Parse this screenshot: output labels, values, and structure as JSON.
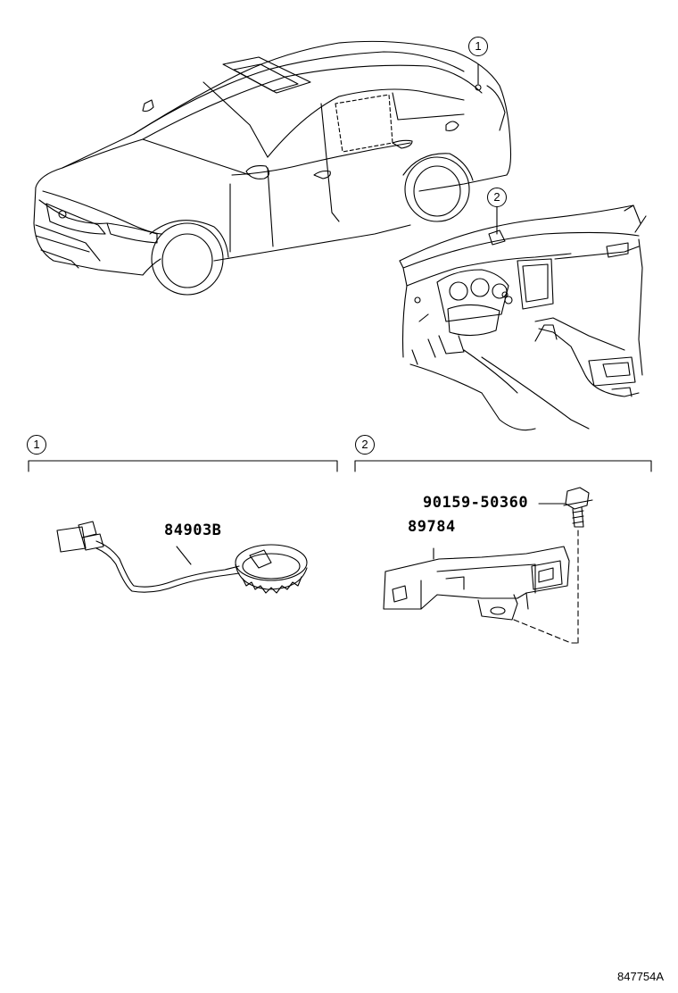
{
  "callouts": {
    "car_1": "1",
    "dash_2": "2",
    "section_1": "1",
    "section_2": "2"
  },
  "parts": {
    "sensor": "84903B",
    "ecu": "89784",
    "bolt": "90159-50360"
  },
  "figure_id": "847754A"
}
